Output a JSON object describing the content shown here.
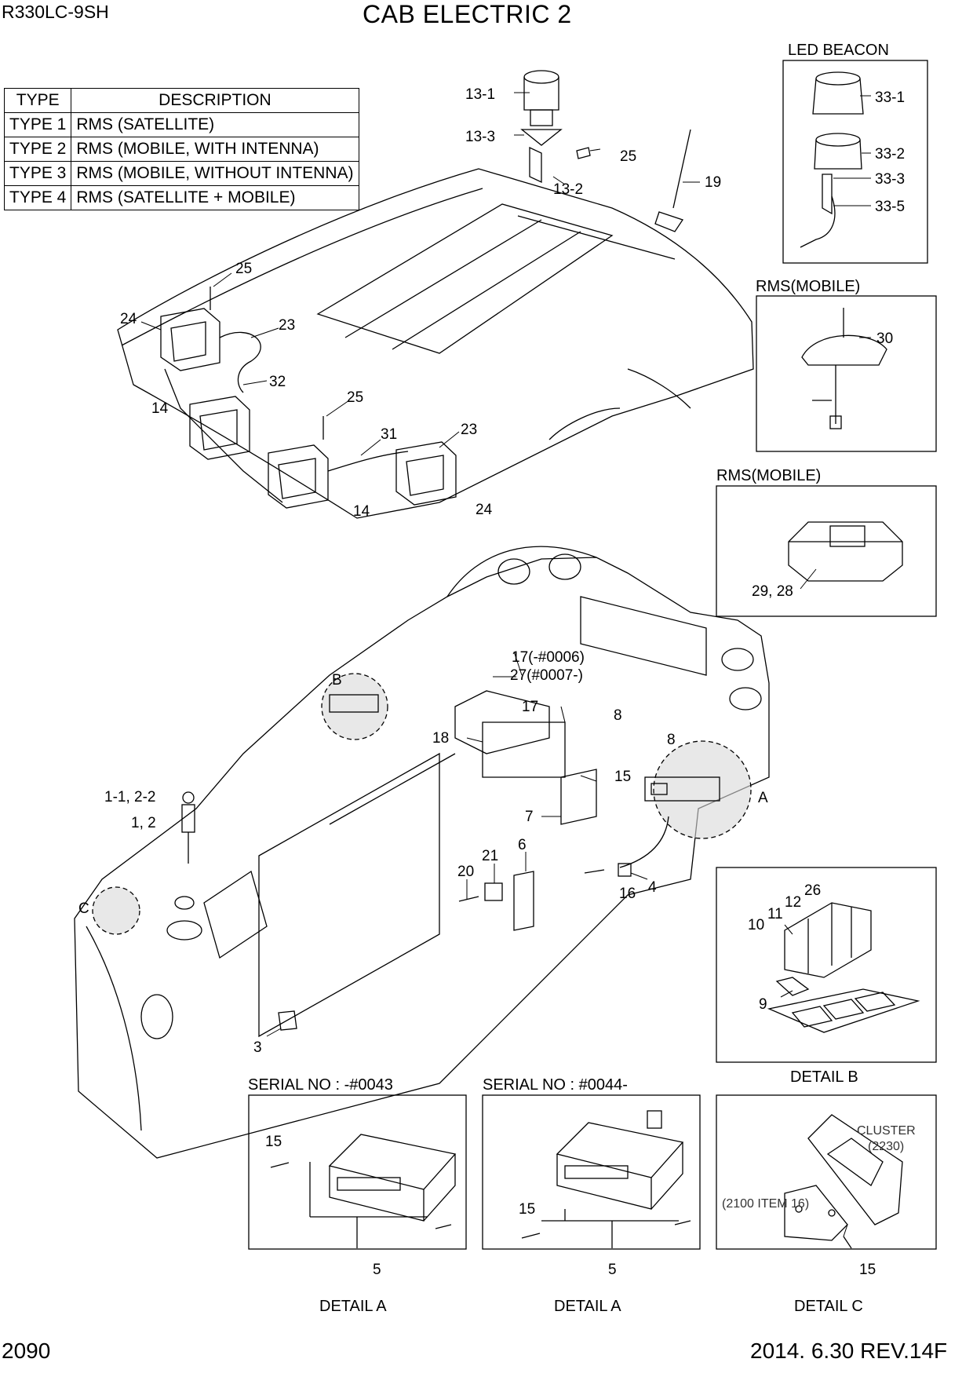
{
  "header": {
    "model": "R330LC-9SH",
    "title": "CAB ELECTRIC 2"
  },
  "footer": {
    "page": "2090",
    "revision": "2014. 6.30  REV.14F"
  },
  "type_table": {
    "col_type": "TYPE",
    "col_description": "DESCRIPTION",
    "rows": [
      {
        "type": "TYPE 1",
        "description": "RMS (SATELLITE)"
      },
      {
        "type": "TYPE 2",
        "description": "RMS (MOBILE, WITH INTENNA)"
      },
      {
        "type": "TYPE 3",
        "description": "RMS (MOBILE, WITHOUT INTENNA)"
      },
      {
        "type": "TYPE 4",
        "description": "RMS (SATELLITE + MOBILE)"
      }
    ]
  },
  "boxes": {
    "led_beacon": "LED BEACON",
    "rms_mobile_1": "RMS(MOBILE)",
    "rms_mobile_2": "RMS(MOBILE)",
    "detail_b": "DETAIL B",
    "serial_1": "SERIAL NO : -#0043",
    "serial_2": "SERIAL NO : #0044-",
    "detail_a_1": "DETAIL A",
    "detail_a_2": "DETAIL A",
    "detail_c": "DETAIL C",
    "cluster": "CLUSTER",
    "cluster_ref": "(2230)",
    "item_ref": "(2100 ITEM 16)"
  },
  "callouts": {
    "c13_1": "13-1",
    "c13_3": "13-3",
    "c13_2": "13-2",
    "c25a": "25",
    "c19": "19",
    "c33_1": "33-1",
    "c33_2": "33-2",
    "c33_3": "33-3",
    "c33_5": "33-5",
    "c25b": "25",
    "c24a": "24",
    "c23a": "23",
    "c32": "32",
    "c14a": "14",
    "c25c": "25",
    "c31": "31",
    "c23b": "23",
    "c14b": "14",
    "c24b": "24",
    "c30": "30",
    "c29_28": "29, 28",
    "c17a": "17(-#0006)",
    "c27": "27(#0007-)",
    "cB": "B",
    "c17b": "17",
    "c8a": "8",
    "c8b": "8",
    "c18": "18",
    "c15a": "15",
    "cA": "A",
    "c1_1": "1-1, 2-2",
    "c1_2": "1, 2",
    "c7": "7",
    "c6": "6",
    "c21": "21",
    "c20": "20",
    "c4": "4",
    "c16": "16",
    "cC": "C",
    "c3": "3",
    "c26": "26",
    "c12": "12",
    "c11": "11",
    "c10": "10",
    "c9": "9",
    "c15b": "15",
    "c5a": "5",
    "c15c": "15",
    "c5b": "5",
    "c15d": "15"
  }
}
